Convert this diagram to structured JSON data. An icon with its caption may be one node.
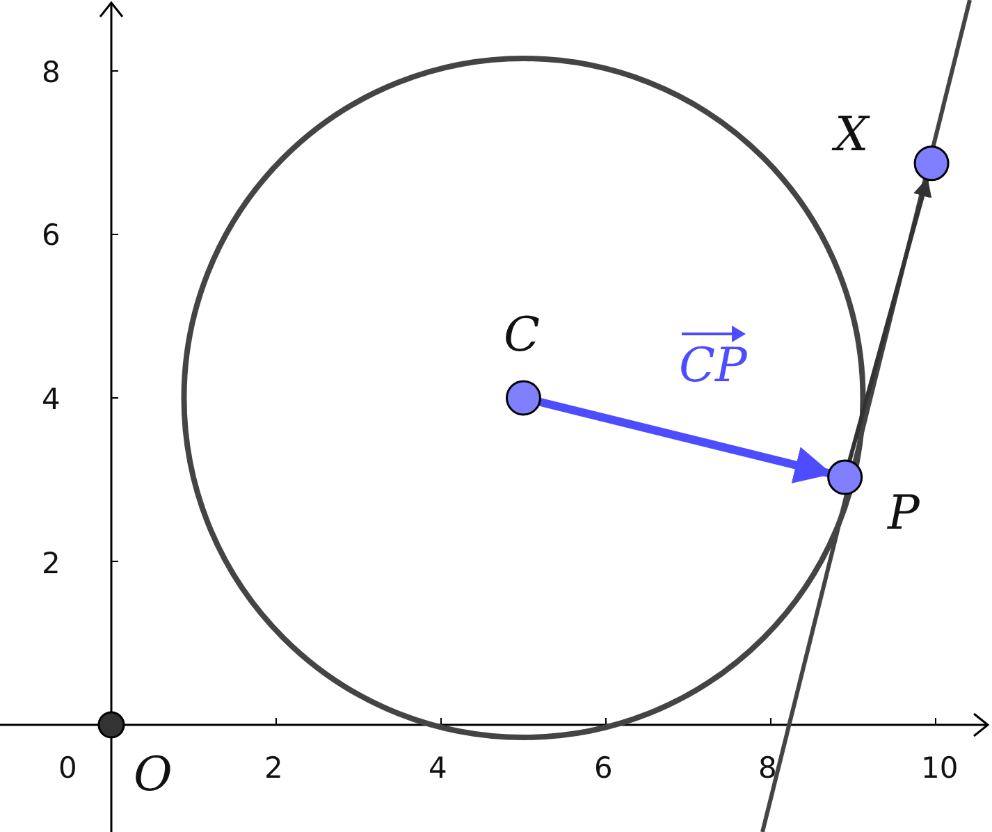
{
  "diagram": {
    "nodes": [
      {
        "text": [],
        "shape": "circle",
        "beside": [
          "X"
        ]
      },
      {
        "text": [],
        "shape": "circle",
        "beside": [
          "C"
        ]
      },
      {
        "text": [],
        "shape": "circle",
        "beside": [
          "P"
        ]
      },
      {
        "text": [],
        "shape": "circle",
        "beside": [
          "O"
        ]
      }
    ],
    "edges": [
      {
        "from": 1,
        "to": 2,
        "arrow": "to",
        "label": "CP",
        "color": "#4d4dff",
        "style": "thick"
      },
      {
        "from": 2,
        "to": 0,
        "arrow": "to",
        "color": "#333333"
      }
    ],
    "labels": [
      "8",
      "6",
      "4",
      "2",
      "0",
      "2",
      "4",
      "6",
      "8",
      "10"
    ]
  }
}
